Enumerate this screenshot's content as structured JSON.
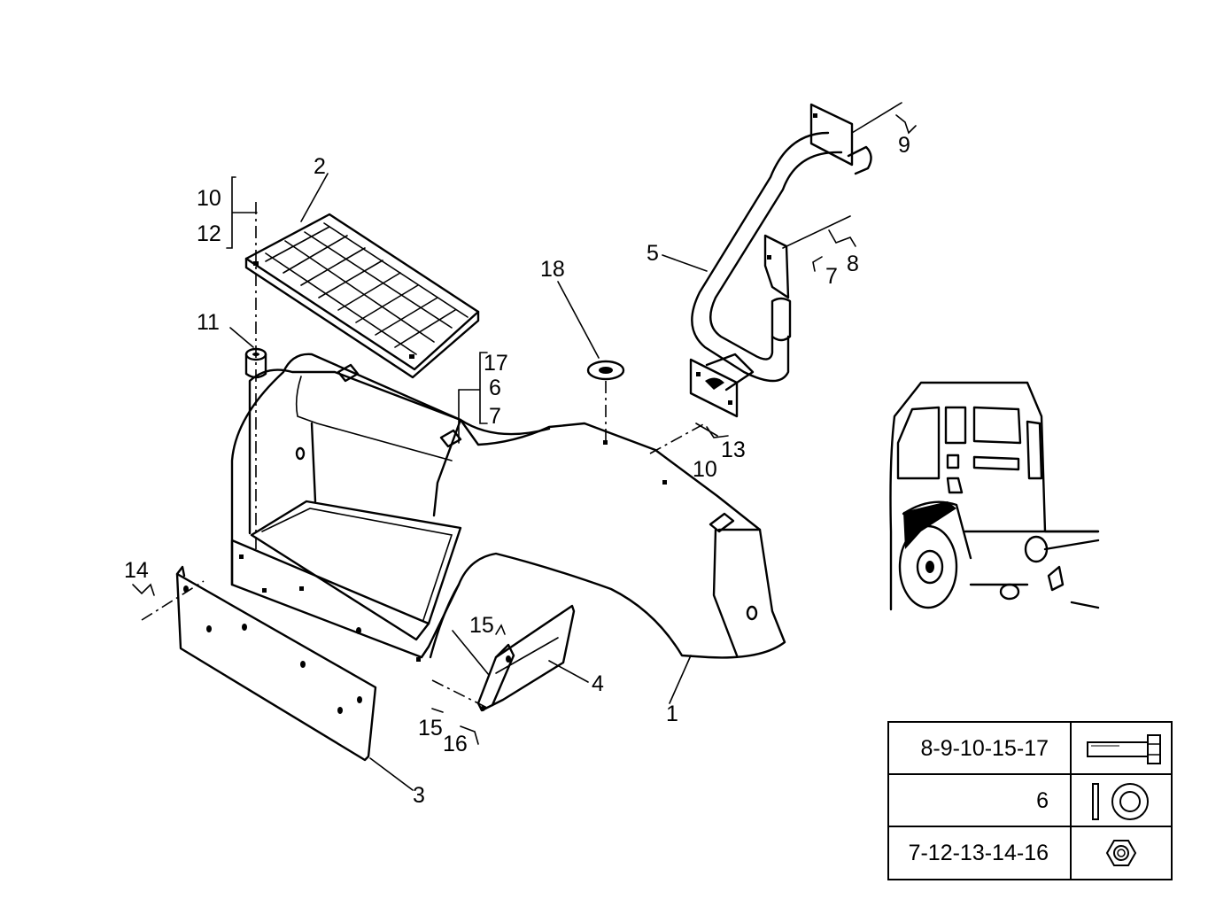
{
  "callouts": [
    "1",
    "2",
    "3",
    "4",
    "5",
    "6",
    "7",
    "8",
    "9",
    "10",
    "11",
    "12",
    "13",
    "14",
    "15",
    "16",
    "17",
    "18"
  ],
  "legend": {
    "rows": [
      {
        "parts": "8-9-10-15-17",
        "icon": "bolt-icon"
      },
      {
        "parts": "6",
        "icon": "washer-icon"
      },
      {
        "parts": "7-12-13-14-16",
        "icon": "hex-nut-icon"
      }
    ]
  }
}
